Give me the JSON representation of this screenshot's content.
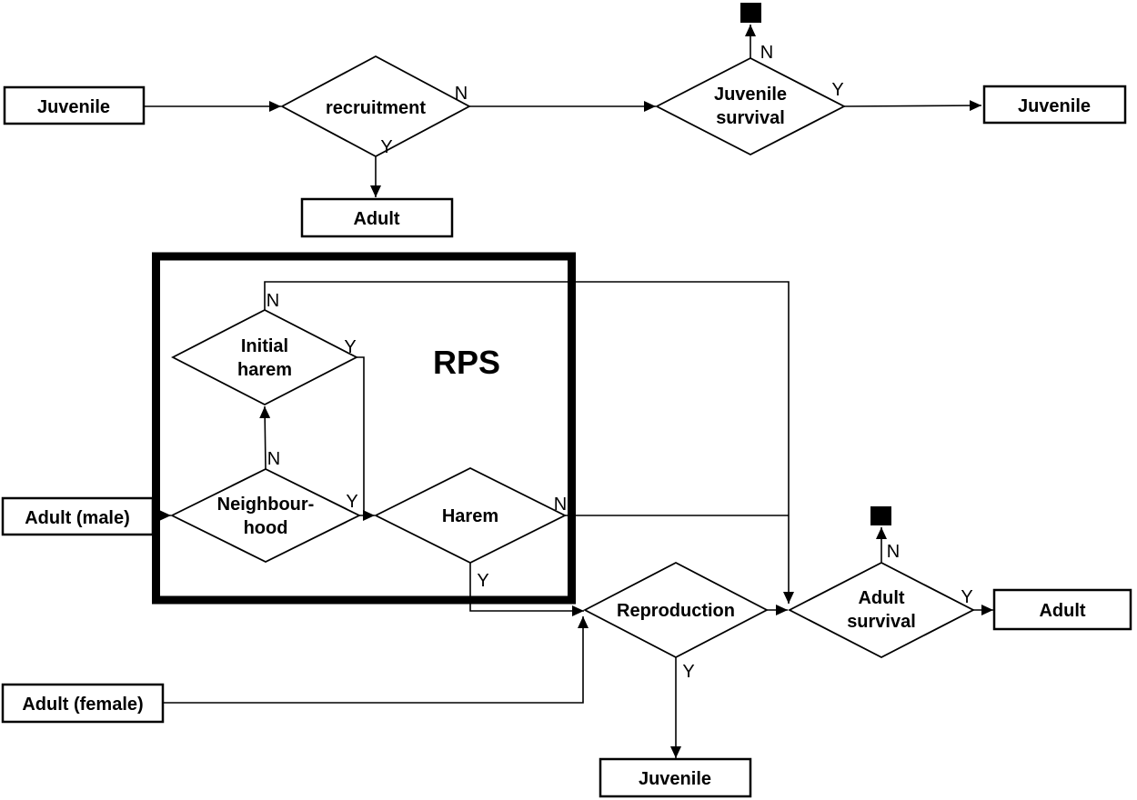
{
  "figure": {
    "colors": {
      "ink": "#000000",
      "paper": "#ffffff"
    }
  },
  "nodes": {
    "juvenile_start": "Juvenile",
    "adult_recruited": "Adult",
    "juvenile_survived": "Juvenile",
    "adult_male": "Adult (male)",
    "adult_female": "Adult (female)",
    "juvenile_offspring": "Juvenile",
    "adult_survived": "Adult"
  },
  "decisions": {
    "recruitment": "recruitment",
    "juvenile_survival": {
      "line1": "Juvenile",
      "line2": "survival"
    },
    "initial_harem": {
      "line1": "Initial",
      "line2": "harem"
    },
    "neighbourhood": {
      "line1": "Neighbour-",
      "line2": "hood"
    },
    "harem": "Harem",
    "reproduction": "Reproduction",
    "adult_survival": {
      "line1": "Adult",
      "line2": "survival"
    }
  },
  "group": {
    "label": "RPS"
  },
  "branch": {
    "yes": "Y",
    "no": "N"
  }
}
